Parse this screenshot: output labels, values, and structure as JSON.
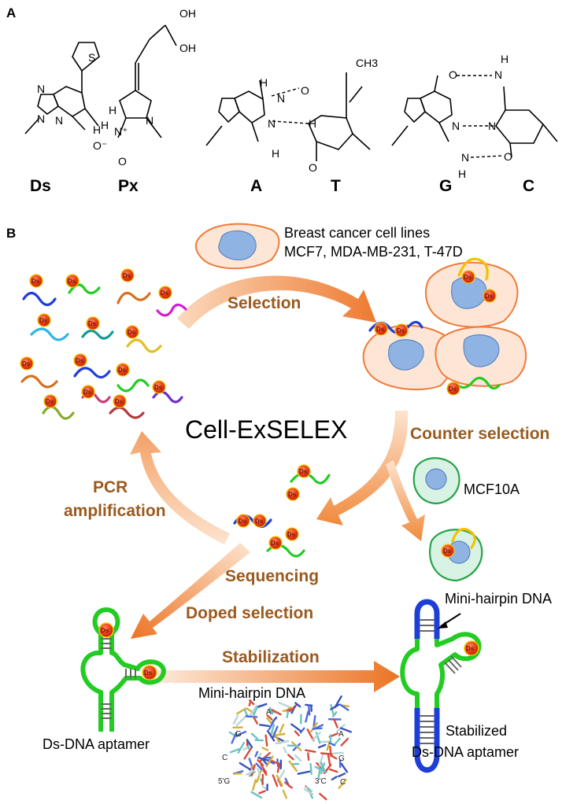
{
  "panels": {
    "a": "A",
    "b": "B"
  },
  "structures": {
    "names": {
      "ds": "Ds",
      "px": "Px",
      "a": "A",
      "t": "T",
      "g": "G",
      "c": "C"
    },
    "atoms": {
      "s": "S",
      "h": "H",
      "n": "N",
      "nh": "N",
      "o": "O",
      "oh": "OH",
      "ch3": "CH3",
      "nitro_o": "O",
      "nitro_ominus": "O⁻",
      "nplus": "N⁺"
    }
  },
  "cycle": {
    "title": "Cell-ExSELEX",
    "cell_lines": [
      "Breast cancer cell lines",
      "MCF7, MDA-MB-231, T-47D"
    ],
    "steps": {
      "selection": "Selection",
      "counter_selection": "Counter selection",
      "pcr": [
        "PCR",
        "amplification"
      ],
      "sequencing": "Sequencing",
      "doped_selection": "Doped selection",
      "stabilization": "Stabilization"
    },
    "control_cell": "MCF10A",
    "ds_tag": "Ds"
  },
  "aptamers": {
    "ds_dna_aptamer": "Ds-DNA aptamer",
    "mini_hairpin_arrow_label": "Mini-hairpin DNA",
    "mini_hairpin_label": "Mini-hairpin DNA",
    "stabilized": [
      "Stabilized",
      "Ds-DNA aptamer"
    ]
  },
  "model_labels": [
    "A",
    "A",
    "G",
    "G",
    "C",
    "C",
    "5'G",
    "3'C"
  ],
  "colors": {
    "step_text": "#9a5a1e",
    "arrow": "#f08a3c",
    "cell_fill": "#fde6d6",
    "cell_edge": "#f07a3a",
    "nucleus": "#8fb4e3",
    "ds_ball": "#e53a12",
    "green_strand": "#22cc22",
    "blue_strand": "#1d3fd8"
  }
}
